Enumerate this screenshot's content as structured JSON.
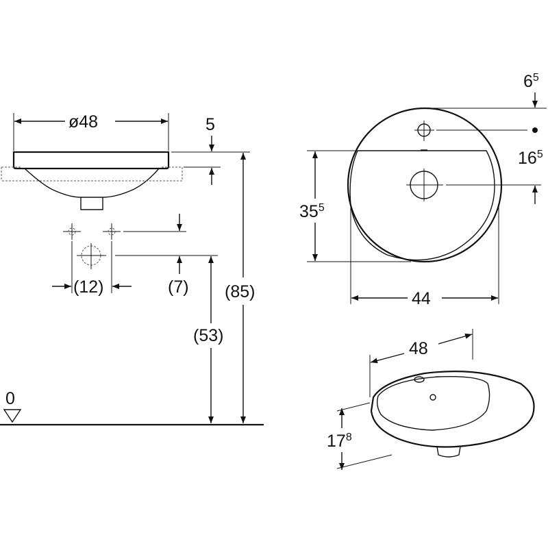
{
  "side_view": {
    "diameter_label": "ø48",
    "rim_label": "5",
    "spacing_label": "(12)",
    "tap_offset_label": "(7)",
    "height_label": "(53)",
    "total_label": "(85)",
    "floor_label": "0"
  },
  "top_view": {
    "overflow_main": "6",
    "overflow_sup": "5",
    "tap_main": "16",
    "tap_sup": "5",
    "depth_main": "35",
    "depth_sup": "5",
    "width_label": "44"
  },
  "perspective_view": {
    "width_label": "48",
    "height_main": "17",
    "height_sup": "8"
  }
}
